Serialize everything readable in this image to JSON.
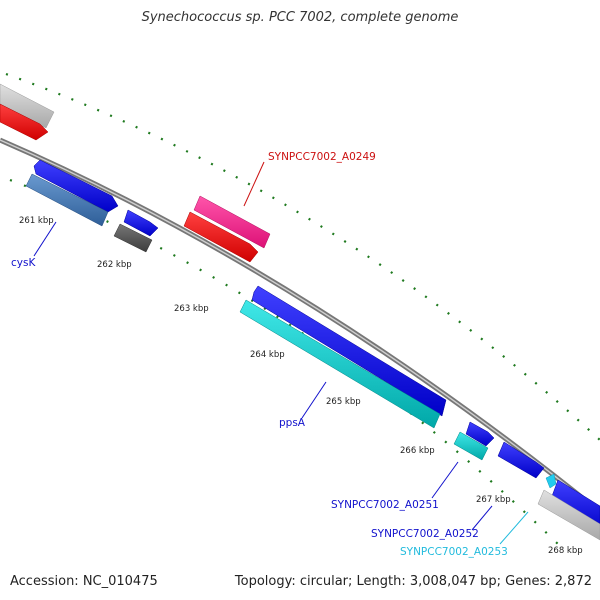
{
  "title": "Synechococcus sp. PCC 7002, complete genome",
  "footer": {
    "accession": "Accession: NC_010475",
    "summary": "Topology: circular; Length: 3,008,047 bp; Genes: 2,872"
  },
  "ticks": [
    "261 kbp",
    "262 kbp",
    "263 kbp",
    "264 kbp",
    "265 kbp",
    "266 kbp",
    "267 kbp",
    "268 kbp"
  ],
  "labels": {
    "cysK": "cysK",
    "a0249": "SYNPCC7002_A0249",
    "ppsA": "ppsA",
    "a0251": "SYNPCC7002_A0251",
    "a0252": "SYNPCC7002_A0252",
    "a0253": "SYNPCC7002_A0253"
  },
  "colors": {
    "backbone": "#8a8a8a",
    "tick_marks": "#1f7a1f",
    "cds_forward": "#0000ee",
    "cds_reverse": "#3a6fb0",
    "rrna_red": "#ee1111",
    "highlight_pink": "#ee2288",
    "cyan_gene": "#00c8c8",
    "gray_gene": "#555555",
    "light_gray_gene": "#c8c8c8",
    "label_blue": "#1111cc",
    "label_red": "#cc1111",
    "label_cyan": "#22bbdd"
  }
}
